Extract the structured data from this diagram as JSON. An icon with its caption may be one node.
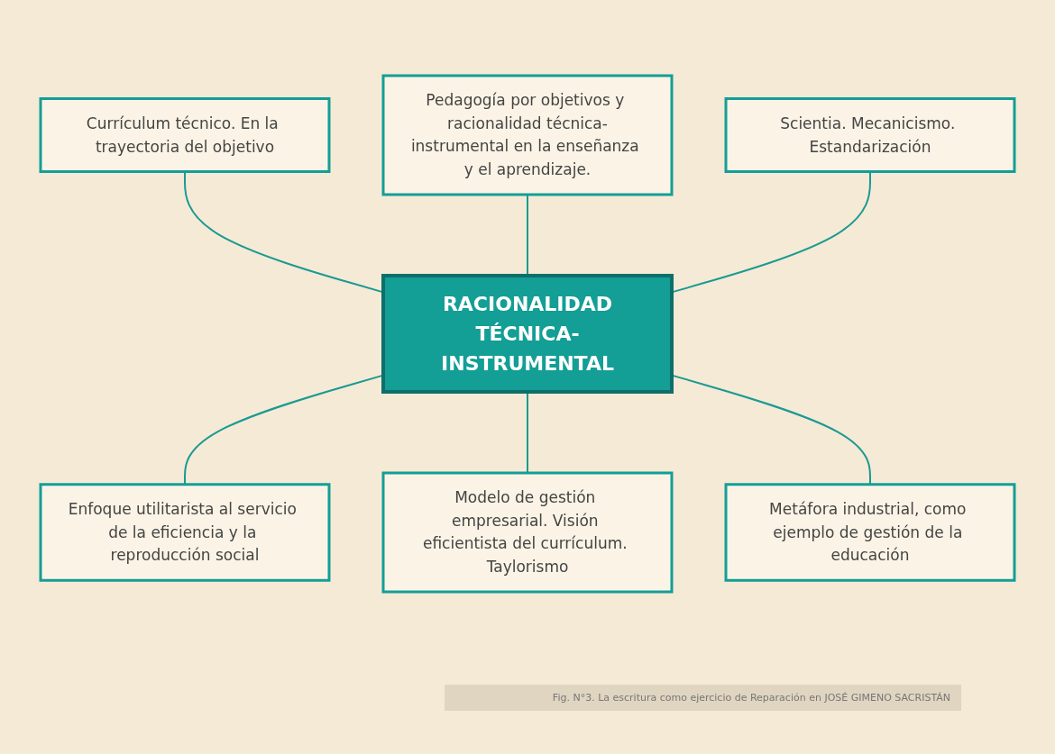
{
  "diagram": {
    "caption": "Fig. N°3. La escritura como ejercicio de Reparación en JOSÉ GIMENO SACRISTÁN",
    "nodes": [
      {
        "text": [
          "Currículum técnico. En la trayectoria del objetivo"
        ]
      },
      {
        "text": [
          "Pedagogía por objetivos y racionalidad técnica-instrumental en la enseñanza y el aprendizaje."
        ]
      },
      {
        "text": [
          "Scientia. Mecanicismo. Estandarización"
        ]
      },
      {
        "text": [
          "RACIONALIDAD",
          "TÉCNICA-INSTRUMENTAL"
        ]
      },
      {
        "text": [
          "Enfoque utilitarista al servicio de la eficiencia y la reproducción social"
        ]
      },
      {
        "text": [
          "Modelo de gestión empresarial. Visión eficientista del currículum. Taylorismo"
        ]
      },
      {
        "text": [
          "Metáfora industrial, como ejemplo de gestión de la educación"
        ]
      }
    ],
    "edges": [
      {
        "from": 0,
        "to": 3,
        "arrow": "none"
      },
      {
        "from": 1,
        "to": 3,
        "arrow": "none"
      },
      {
        "from": 2,
        "to": 3,
        "arrow": "none"
      },
      {
        "from": 3,
        "to": 4,
        "arrow": "none"
      },
      {
        "from": 3,
        "to": 5,
        "arrow": "none"
      },
      {
        "from": 3,
        "to": 6,
        "arrow": "none"
      }
    ]
  }
}
